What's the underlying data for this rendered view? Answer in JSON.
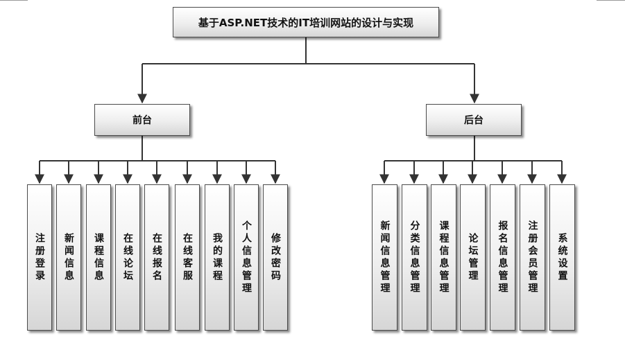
{
  "root": {
    "label": "基于ASP.NET技术的IT培训网站的设计与实现"
  },
  "branches": [
    {
      "label": "前台",
      "children": [
        "注册登录",
        "新闻信息",
        "课程信息",
        "在线论坛",
        "在线报名",
        "在线客服",
        "我的课程",
        "个人信息管理",
        "修改密码"
      ]
    },
    {
      "label": "后台",
      "children": [
        "新闻信息管理",
        "分类信息管理",
        "课程信息管理",
        "论坛管理",
        "报名信息管理",
        "注册会员管理",
        "系统设置"
      ]
    }
  ],
  "colors": {
    "line": "#333333",
    "box_border": "#4a4a4a"
  }
}
